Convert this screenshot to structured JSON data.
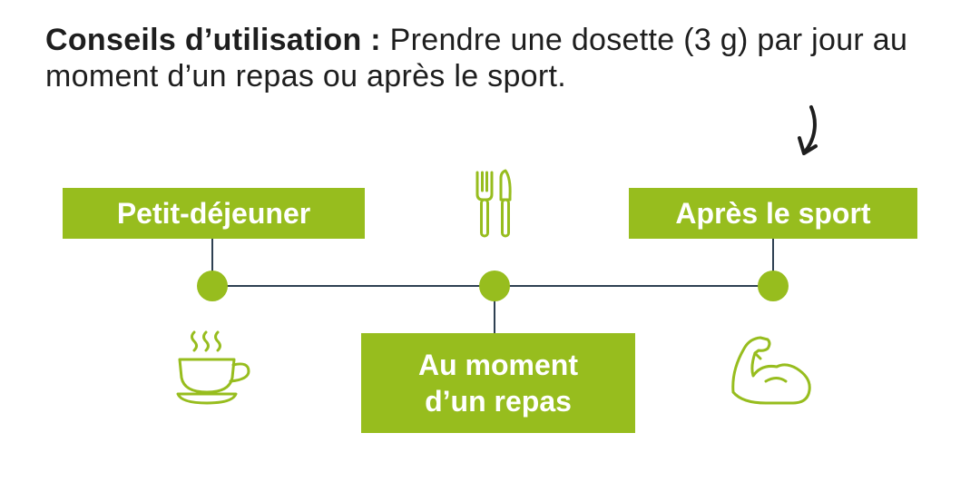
{
  "intro": {
    "lead": "Conseils d’utilisation :",
    "text": " Prendre une dosette (3 g) par jour au moment d’un repas ou après le sport."
  },
  "timeline": {
    "breakfast_label": "Petit-déjeuner",
    "meal_label": "Au moment d’un repas",
    "sport_label": "Après le sport"
  },
  "icons": [
    "coffee-cup-icon",
    "fork-knife-icon",
    "flexed-arm-icon",
    "curved-arrow-icon"
  ],
  "colors": {
    "accent_green": "#97bd1e",
    "line_navy": "#2e4052",
    "text": "#1e1e1e"
  }
}
